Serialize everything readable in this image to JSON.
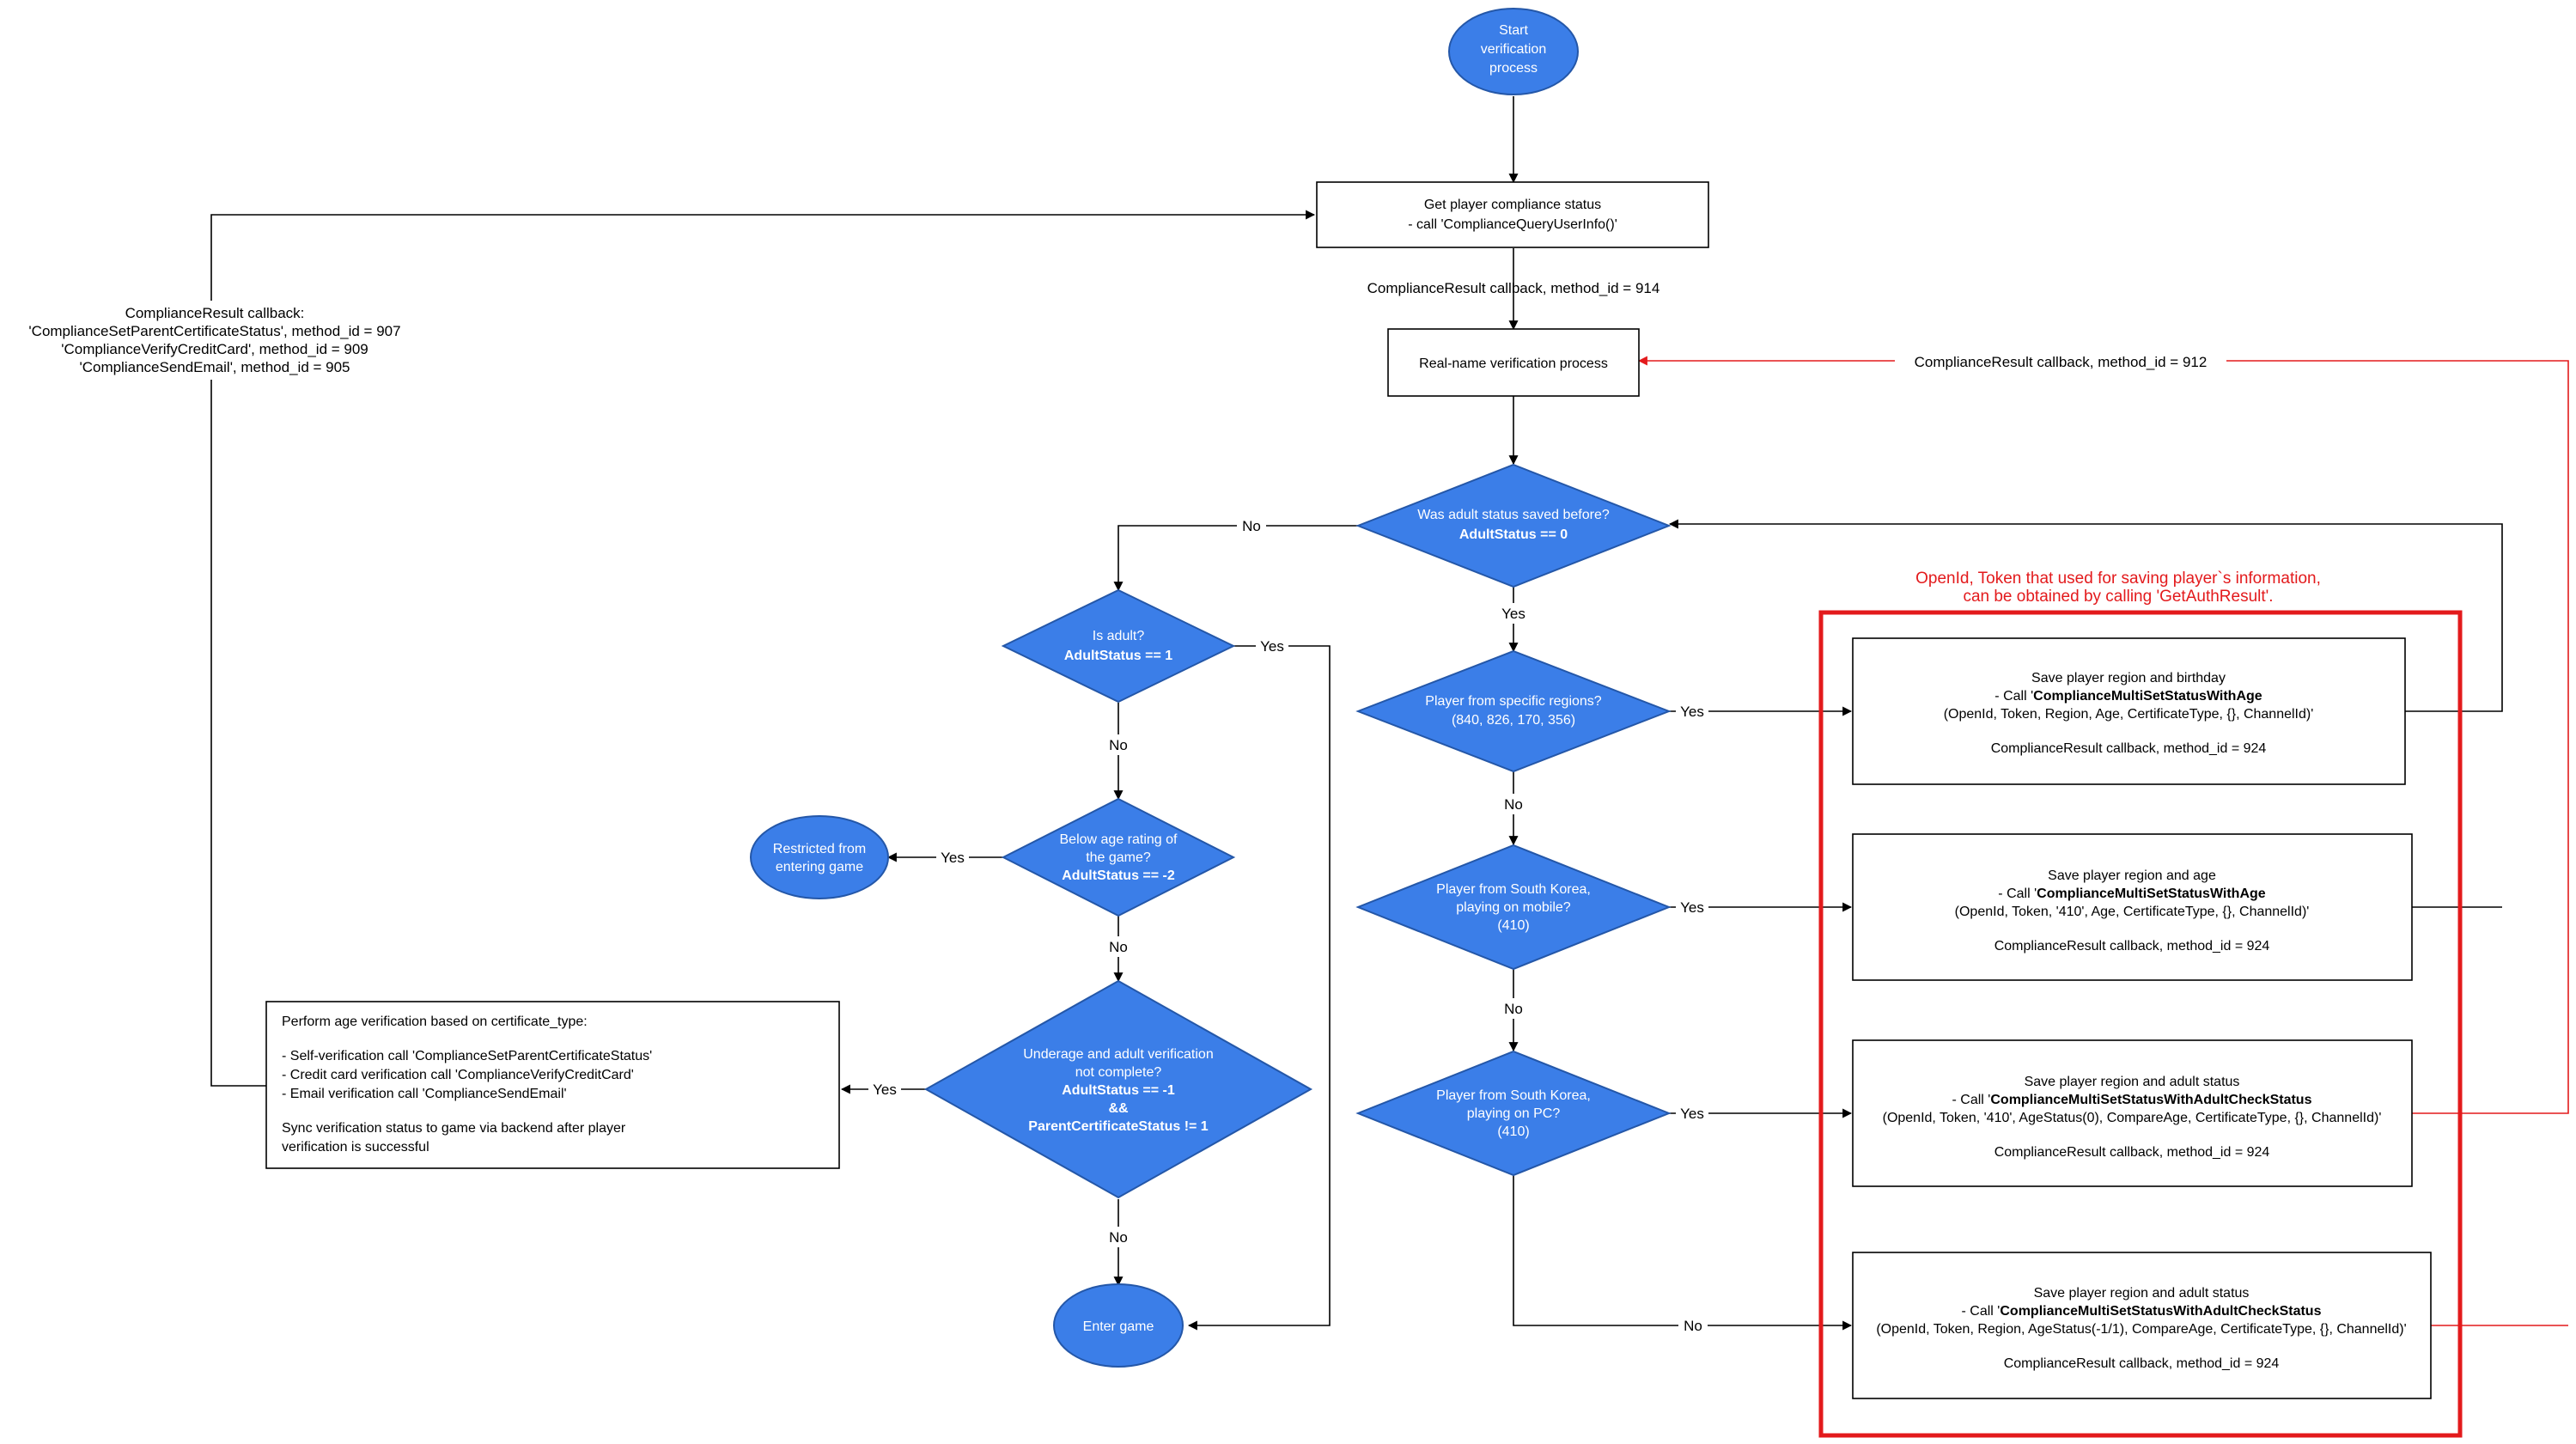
{
  "colors": {
    "shape_fill": "#3b7ee8",
    "shape_stroke": "#2457a8",
    "line": "#000000",
    "highlight": "#e31a1c"
  },
  "nodes": {
    "start": [
      "Start",
      "verification",
      "process"
    ],
    "get_status": [
      "Get player compliance status",
      "- call 'ComplianceQueryUserInfo()'"
    ],
    "realname": "Real-name verification process",
    "adult_saved": {
      "line1": "Was adult status saved before?",
      "line2": "AdultStatus == 0"
    },
    "is_adult": {
      "line1": "Is adult?",
      "line2": "AdultStatus == 1"
    },
    "below_age": {
      "line1": "Below age rating of",
      "line2": "the game?",
      "line3": "AdultStatus == -2"
    },
    "restricted": [
      "Restricted from",
      "entering game"
    ],
    "underage": {
      "line1": "Underage and adult verification",
      "line2": "not complete?",
      "line3": "AdultStatus == -1",
      "line4": "&&",
      "line5": "ParentCertificateStatus != 1"
    },
    "enter_game": "Enter game",
    "region_specific": [
      "Player from specific regions?",
      "(840, 826, 170, 356)"
    ],
    "korea_mobile": [
      "Player from South Korea,",
      "playing on mobile?",
      "(410)"
    ],
    "korea_pc": [
      "Player from South Korea,",
      "playing on PC?",
      "(410)"
    ],
    "perform_age": {
      "title": "Perform age verification based on certificate_type:",
      "line1": "- Self-verification call 'ComplianceSetParentCertificateStatus'",
      "line2": "- Credit card verification call 'ComplianceVerifyCreditCard'",
      "line3": "- Email verification call 'ComplianceSendEmail'",
      "line4": "Sync verification status to game via backend after player",
      "line5": "verification is successful"
    },
    "save1": {
      "title": "Save player region and birthday",
      "call_prefix": "- Call '",
      "call_name": "ComplianceMultiSetStatusWithAge",
      "call_suffix": "",
      "params": "(OpenId, Token, Region, Age, CertificateType, {}, ChannelId)'",
      "callback": "ComplianceResult callback, method_id = 924"
    },
    "save2": {
      "title": "Save player region and age",
      "call_prefix": "- Call '",
      "call_name": "ComplianceMultiSetStatusWithAge",
      "call_suffix": "",
      "params": "(OpenId, Token, '410', Age, CertificateType, {}, ChannelId)'",
      "callback": "ComplianceResult callback, method_id = 924"
    },
    "save3": {
      "title": "Save player region and adult status",
      "call_prefix": "- Call '",
      "call_name": "ComplianceMultiSetStatusWithAdultCheckStatus",
      "call_suffix": "",
      "params": "(OpenId, Token, '410', AgeStatus(0), CompareAge, CertificateType, {}, ChannelId)'",
      "callback": "ComplianceResult callback, method_id = 924"
    },
    "save4": {
      "title": "Save player region and adult status",
      "call_prefix": "- Call '",
      "call_name": "ComplianceMultiSetStatusWithAdultCheckStatus",
      "call_suffix": "",
      "params": "(OpenId, Token, Region, AgeStatus(-1/1), CompareAge, CertificateType, {}, ChannelId)'",
      "callback": "ComplianceResult callback, method_id = 924"
    }
  },
  "edge_labels": {
    "cb914": "ComplianceResult callback, method_id = 914",
    "cb912": "ComplianceResult callback, method_id = 912",
    "no": "No",
    "yes": "Yes",
    "left_callback": [
      "ComplianceResult callback:",
      "'ComplianceSetParentCertificateStatus', method_id = 907",
      "'ComplianceVerifyCreditCard', method_id = 909",
      "'ComplianceSendEmail', method_id = 905"
    ]
  },
  "note": [
    "OpenId, Token that used for saving player`s information,",
    "can be obtained by calling 'GetAuthResult'."
  ]
}
